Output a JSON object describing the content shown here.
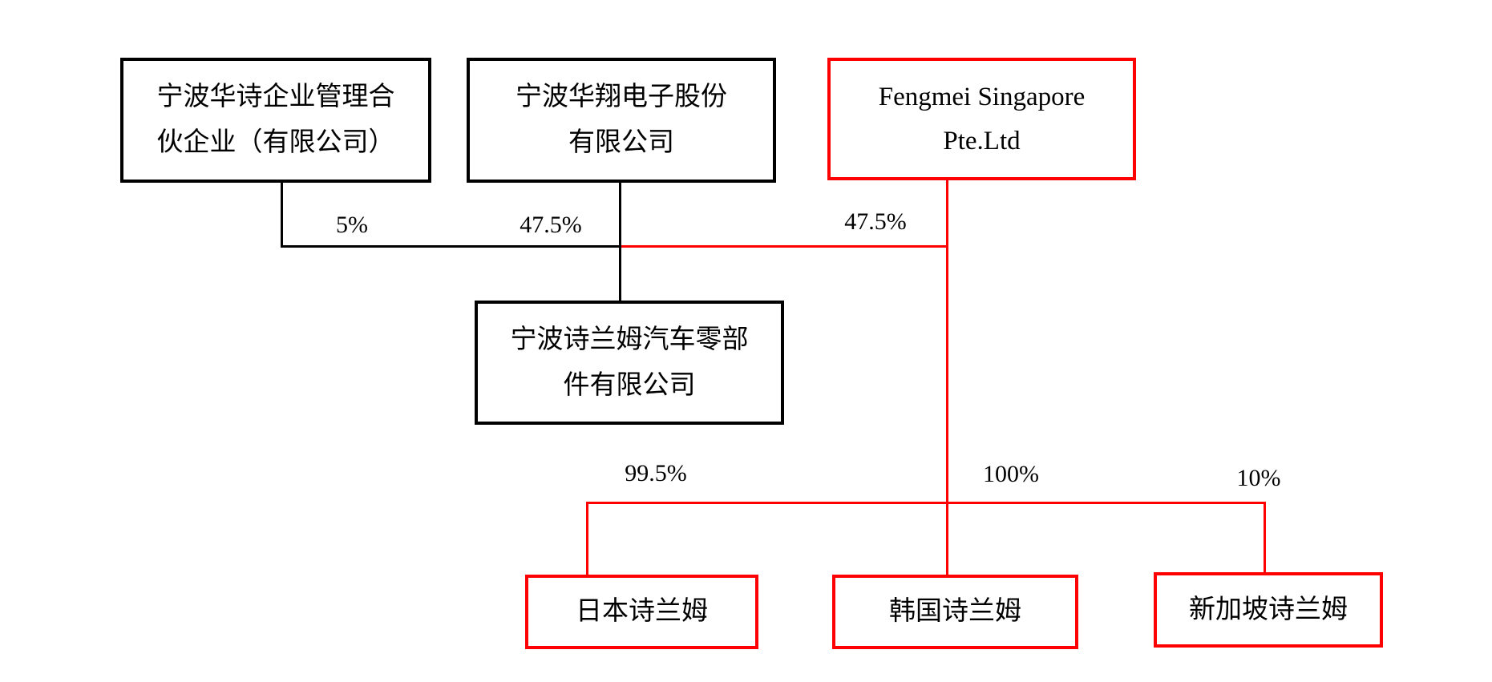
{
  "diagram": {
    "type": "corporate-ownership-structure",
    "colors": {
      "default_line": "#000000",
      "highlight_line": "#ff0000",
      "background": "#ffffff",
      "text": "#000000"
    },
    "nodes": {
      "huashi": {
        "line1": "宁波华诗企业管理合",
        "line2": "伙企业（有限公司）",
        "border": "#000000"
      },
      "huaxiang": {
        "line1": "宁波华翔电子股份",
        "line2": "有限公司",
        "border": "#000000"
      },
      "fengmei": {
        "line1": "Fengmei Singapore",
        "line2": "Pte.Ltd",
        "border": "#ff0000"
      },
      "shilanmu": {
        "line1": "宁波诗兰姆汽车零部",
        "line2": "件有限公司",
        "border": "#000000"
      },
      "japan": {
        "label": "日本诗兰姆",
        "border": "#ff0000"
      },
      "korea": {
        "label": "韩国诗兰姆",
        "border": "#ff0000"
      },
      "singapore": {
        "label": "新加坡诗兰姆",
        "border": "#ff0000"
      }
    },
    "ownership_labels": {
      "huashi_pct": "5%",
      "huaxiang_pct": "47.5%",
      "fengmei_pct": "47.5%",
      "japan_pct": "99.5%",
      "korea_pct": "100%",
      "singapore_pct": "10%"
    }
  }
}
